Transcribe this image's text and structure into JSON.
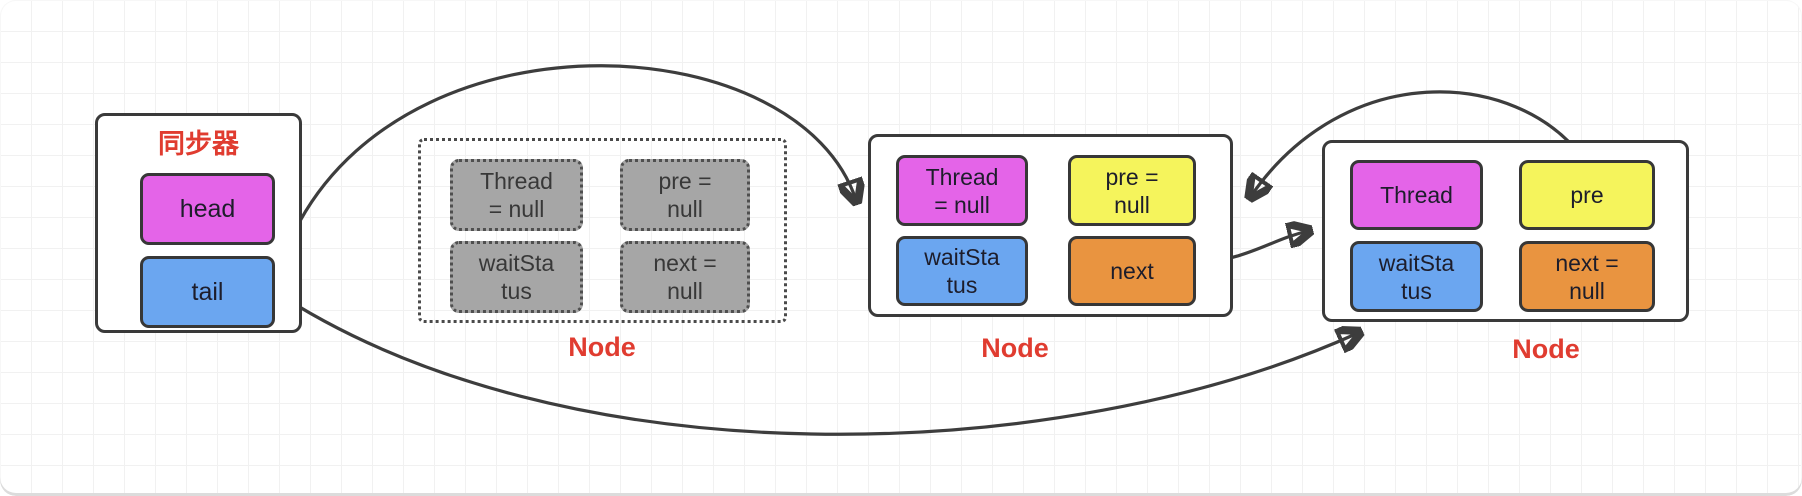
{
  "diagram": {
    "background": "#ffffff",
    "grid_color": "#f1f1f1",
    "label_color": "#e03c30",
    "border_color": "#3a3a3a"
  },
  "colors": {
    "magenta": "#e464e8",
    "blue": "#6ba6f0",
    "yellow": "#f5f45c",
    "orange": "#e99440",
    "gray": "#a6a6a6"
  },
  "synchronizer": {
    "title": "同步器",
    "fields": [
      {
        "label": "head",
        "color": "#e464e8"
      },
      {
        "label": "tail",
        "color": "#6ba6f0"
      }
    ]
  },
  "nodes": [
    {
      "label": "Node",
      "variant": "dotted-placeholder",
      "cells": [
        {
          "line1": "Thread",
          "line2": "= null",
          "color": "#a6a6a6"
        },
        {
          "line1": "pre =",
          "line2": "null",
          "color": "#a6a6a6"
        },
        {
          "line1": "waitSta",
          "line2": "tus",
          "color": "#a6a6a6"
        },
        {
          "line1": "next =",
          "line2": "null",
          "color": "#a6a6a6"
        }
      ]
    },
    {
      "label": "Node",
      "variant": "solid",
      "cells": [
        {
          "line1": "Thread",
          "line2": "= null",
          "color": "#e464e8"
        },
        {
          "line1": "pre =",
          "line2": "null",
          "color": "#f5f45c"
        },
        {
          "line1": "waitSta",
          "line2": "tus",
          "color": "#6ba6f0"
        },
        {
          "line1": "next",
          "line2": "",
          "color": "#e99440"
        }
      ]
    },
    {
      "label": "Node",
      "variant": "solid",
      "cells": [
        {
          "line1": "Thread",
          "line2": "",
          "color": "#e464e8"
        },
        {
          "line1": "pre",
          "line2": "",
          "color": "#f5f45c"
        },
        {
          "line1": "waitSta",
          "line2": "tus",
          "color": "#6ba6f0"
        },
        {
          "line1": "next =",
          "line2": "null",
          "color": "#e99440"
        }
      ]
    }
  ],
  "arrows": [
    {
      "from": "synchronizer-head",
      "to": "node-2"
    },
    {
      "from": "synchronizer-tail",
      "to": "node-3"
    },
    {
      "from": "node-2-next",
      "to": "node-3"
    },
    {
      "from": "node-3-pre",
      "to": "node-2"
    }
  ]
}
